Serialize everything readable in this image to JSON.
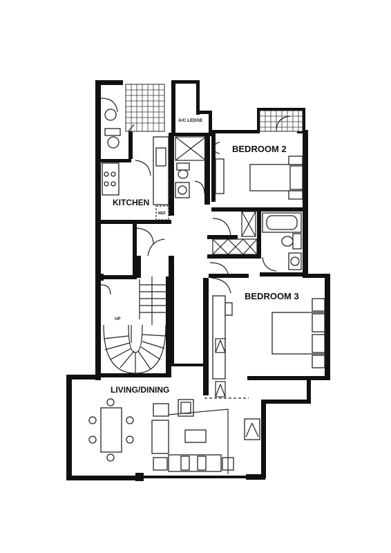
{
  "plan": {
    "rooms": {
      "bedroom2": "BEDROOM 2",
      "bedroom3": "BEDROOM 3",
      "kitchen": "KITCHEN",
      "living": "LIVING/DINING"
    },
    "annotations": {
      "ac_ledge": "A/C LEDGE",
      "stair_up": "UP",
      "fridge": "REF"
    }
  }
}
